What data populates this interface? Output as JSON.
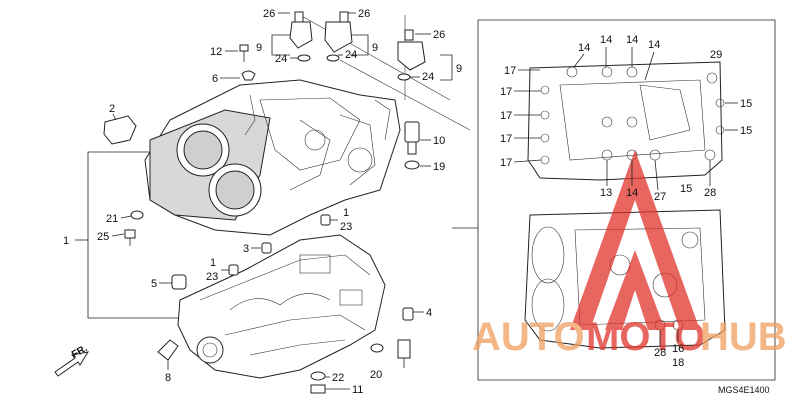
{
  "diagram": {
    "code": "MGS4E1400",
    "direction_label": "FR.",
    "callouts": {
      "c26a": "26",
      "c26b": "26",
      "c26c": "26",
      "c9a": "9",
      "c9b": "9",
      "c9c": "9",
      "c24a": "24",
      "c24b": "24",
      "c24c": "24",
      "c12": "12",
      "c6": "6",
      "c2": "2",
      "c10": "10",
      "c19": "19",
      "c1a": "1",
      "c23a": "23",
      "c1b": "1",
      "c23b": "23",
      "c1c": "1",
      "c21": "21",
      "c25": "25",
      "c3": "3",
      "c5": "5",
      "c4": "4",
      "c8": "8",
      "c20": "20",
      "c22": "22",
      "c11": "11",
      "c17a": "17",
      "c17b": "17",
      "c17c": "17",
      "c17d": "17",
      "c17e": "17",
      "c14a": "14",
      "c14b": "14",
      "c14c": "14",
      "c14d": "14",
      "c14e": "14",
      "c29": "29",
      "c15a": "15",
      "c15b": "15",
      "c15c": "15",
      "c13": "13",
      "c27": "27",
      "c28a": "28",
      "c28b": "28",
      "c16": "16",
      "c18": "18"
    }
  },
  "watermark": {
    "text_left": "AUTO",
    "text_mid": "MOTO",
    "text_right": "HUB",
    "color_main": "#f0a060",
    "color_accent": "#e0332a"
  }
}
